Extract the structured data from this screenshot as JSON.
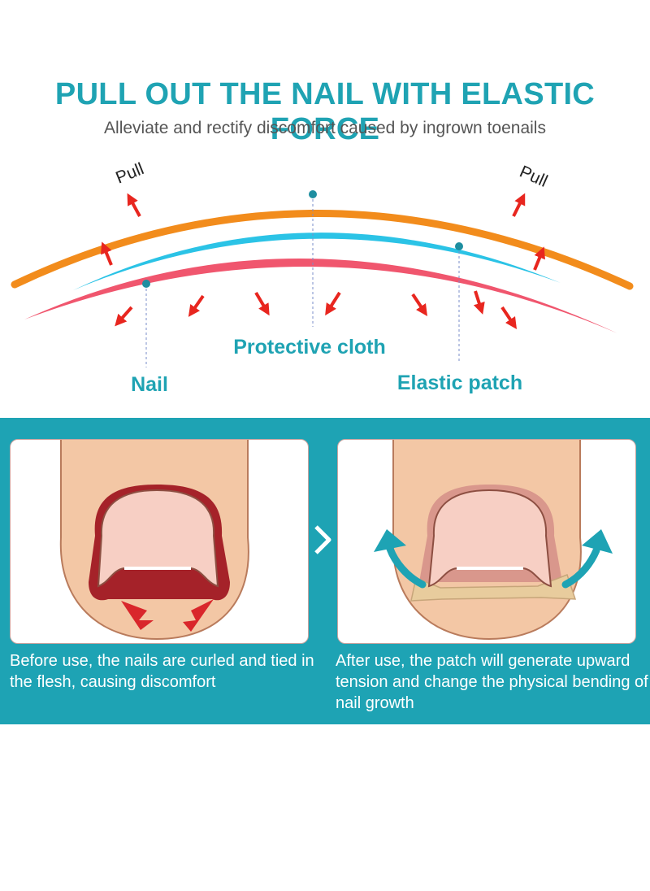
{
  "header": {
    "title": "PULL OUT THE NAIL WITH ELASTIC FORCE",
    "subtitle": "Alleviate and rectify discomfort caused by ingrown toenails"
  },
  "diagram": {
    "pull_left": "Pull",
    "pull_right": "Pull",
    "label_protective": "Protective cloth",
    "label_nail": "Nail",
    "label_patch": "Elastic patch"
  },
  "panels": {
    "before_caption": "Before use, the nails are curled and tied in the flesh, causing discomfort",
    "after_caption": "After use, the patch will generate upward tension and change the physical bending of nail growth"
  },
  "colors": {
    "teal": "#1ea3b4",
    "orange": "#f28c1c",
    "cyan": "#2bc3e6",
    "pink": "#f0566e",
    "arrow_red": "#e8261f",
    "skin": "#f3c7a5",
    "skin_outline": "#b97b5c",
    "nail": "#f7cfc4",
    "wound": "#a52229",
    "patch": "#e8cc9d"
  }
}
